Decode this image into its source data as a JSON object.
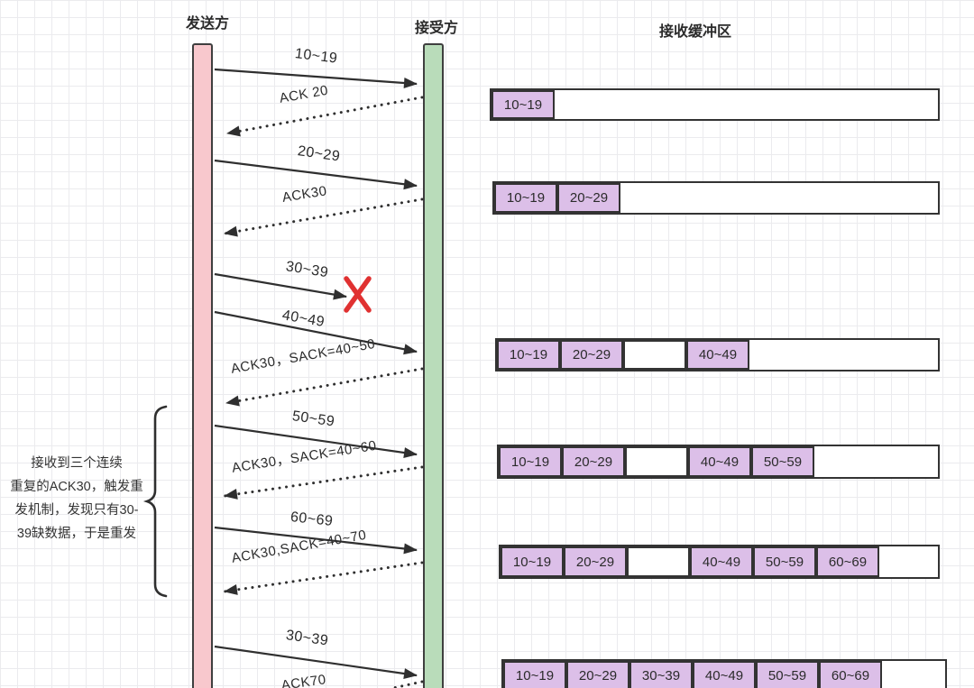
{
  "columns": {
    "sender": "发送方",
    "receiver": "接受方",
    "buffer_title": "接收缓冲区"
  },
  "timeline": {
    "sends": [
      {
        "label": "10~19"
      },
      {
        "label": "20~29"
      },
      {
        "label": "30~39",
        "lost": true
      },
      {
        "label": "40~49"
      },
      {
        "label": "50~59"
      },
      {
        "label": "60~69"
      },
      {
        "label": "30~39",
        "retransmit": true
      }
    ],
    "acks": [
      {
        "label": "ACK 20"
      },
      {
        "label": "ACK30"
      },
      {
        "label": "ACK30，SACK=40~50"
      },
      {
        "label": "ACK30，SACK=40~60"
      },
      {
        "label": "ACK30,SACK=40~70"
      },
      {
        "label": "ACK70"
      }
    ],
    "loss_marker": "X"
  },
  "annotation": {
    "lines": [
      "接收到三个连续",
      "重复的ACK30，触发重",
      "发机制，发现只有30-",
      "39缺数据，于是重发"
    ]
  },
  "buffer_rows": [
    {
      "cells": [
        {
          "label": "10~19",
          "filled": true
        }
      ]
    },
    {
      "cells": [
        {
          "label": "10~19",
          "filled": true
        },
        {
          "label": "20~29",
          "filled": true
        }
      ]
    },
    {
      "cells": [
        {
          "label": "10~19",
          "filled": true
        },
        {
          "label": "20~29",
          "filled": true
        },
        {
          "label": "",
          "filled": false
        },
        {
          "label": "40~49",
          "filled": true
        }
      ]
    },
    {
      "cells": [
        {
          "label": "10~19",
          "filled": true
        },
        {
          "label": "20~29",
          "filled": true
        },
        {
          "label": "",
          "filled": false
        },
        {
          "label": "40~49",
          "filled": true
        },
        {
          "label": "50~59",
          "filled": true
        }
      ]
    },
    {
      "cells": [
        {
          "label": "10~19",
          "filled": true
        },
        {
          "label": "20~29",
          "filled": true
        },
        {
          "label": "",
          "filled": false
        },
        {
          "label": "40~49",
          "filled": true
        },
        {
          "label": "50~59",
          "filled": true
        },
        {
          "label": "60~69",
          "filled": true
        }
      ]
    },
    {
      "cells": [
        {
          "label": "10~19",
          "filled": true
        },
        {
          "label": "20~29",
          "filled": true
        },
        {
          "label": "30~39",
          "filled": true
        },
        {
          "label": "40~49",
          "filled": true
        },
        {
          "label": "50~59",
          "filled": true
        },
        {
          "label": "60~69",
          "filled": true
        }
      ]
    }
  ],
  "colors": {
    "pink_bar": "#f8c8cd",
    "green_bar": "#b9dcba",
    "purple_cell": "#dcbfe8",
    "line": "#2f2f2f",
    "loss_x": "#e03131",
    "grid_line": "#ebebee"
  }
}
